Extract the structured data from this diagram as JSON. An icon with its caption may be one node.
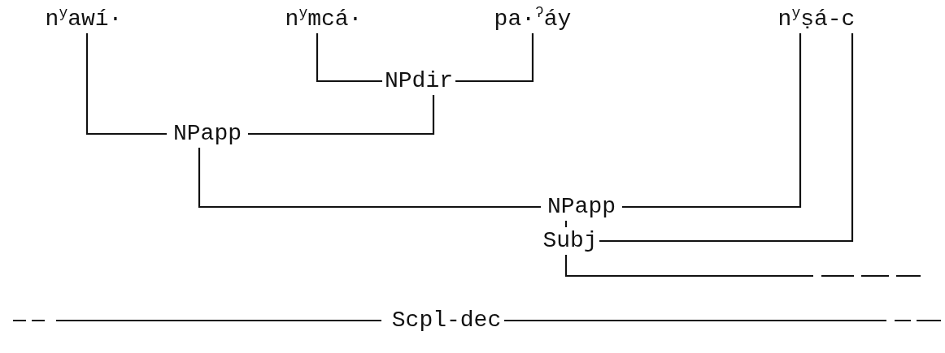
{
  "diagram": {
    "nodes": [
      {
        "text": [
          "n$^{y}$awí·"
        ]
      },
      {
        "text": [
          "n$^{y}$mcá·"
        ]
      },
      {
        "text": [
          "pa·$^{ʔ}$áy"
        ]
      },
      {
        "text": [
          "n$^{y}$ṣá-c"
        ]
      },
      {
        "text": [
          "NPdir"
        ]
      },
      {
        "text": [
          "NPapp"
        ]
      },
      {
        "text": [
          "NPapp"
        ]
      },
      {
        "text": [
          "Subj"
        ]
      },
      {
        "text": [
          "Scpl-dec"
        ]
      }
    ],
    "edges": [
      {
        "from": 0,
        "to": 5,
        "arrow": "none"
      },
      {
        "from": 1,
        "to": 4,
        "arrow": "none"
      },
      {
        "from": 2,
        "to": 4,
        "arrow": "none"
      },
      {
        "from": 4,
        "to": 5,
        "arrow": "none"
      },
      {
        "from": 5,
        "to": 6,
        "arrow": "none"
      },
      {
        "from": 3,
        "to": 6,
        "arrow": "none"
      },
      {
        "from": 6,
        "to": 7,
        "arrow": "none"
      },
      {
        "from": 3,
        "to": 7,
        "arrow": "none"
      },
      {
        "from": 7,
        "to": null,
        "arrow": "none",
        "style": "dashed"
      },
      {
        "from": null,
        "to": 8,
        "arrow": "none",
        "style": "dashed"
      },
      {
        "from": 8,
        "to": null,
        "arrow": "none",
        "style": "dashed"
      }
    ]
  }
}
